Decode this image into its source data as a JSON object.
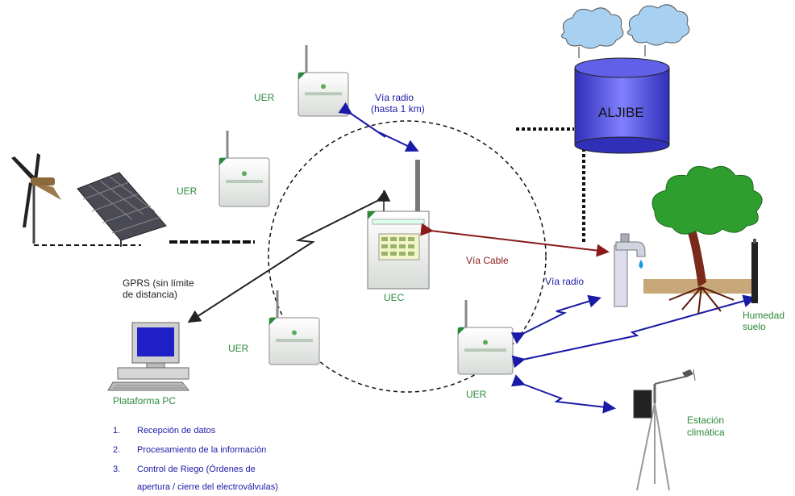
{
  "labels": {
    "uer_top": "UER",
    "uer_left": "UER",
    "uer_bottom_left": "UER",
    "uer_bottom_right": "UER",
    "uec": "UEC",
    "aljibe": "ALJIBE",
    "via_radio_top_line1": "Vía radio",
    "via_radio_top_line2": "(hasta 1 km)",
    "via_cable": "Vía Cable",
    "via_radio_right": "Vía radio",
    "gprs_line1": "GPRS (sin límite",
    "gprs_line2": "de distancia)",
    "plataforma": "Plataforma PC",
    "humedad_line1": "Humedad",
    "humedad_line2": "suelo",
    "estacion_line1": "Estación",
    "estacion_line2": "climática"
  },
  "functions": [
    {
      "num": "1.",
      "text": "Recepción de datos"
    },
    {
      "num": "2.",
      "text": "Procesamiento de  la información"
    },
    {
      "num": "3.",
      "text": "Control de Riego (Órdenes de",
      "cont": "apertura / cierre del electroválvulas)"
    }
  ],
  "colors": {
    "label_green": "#2a8a3a",
    "radio_blue": "#1a1aa8",
    "cable_red": "#8a1a1a",
    "tank_blue": "#4a4ad6",
    "tree_green": "#2e9e2e"
  }
}
